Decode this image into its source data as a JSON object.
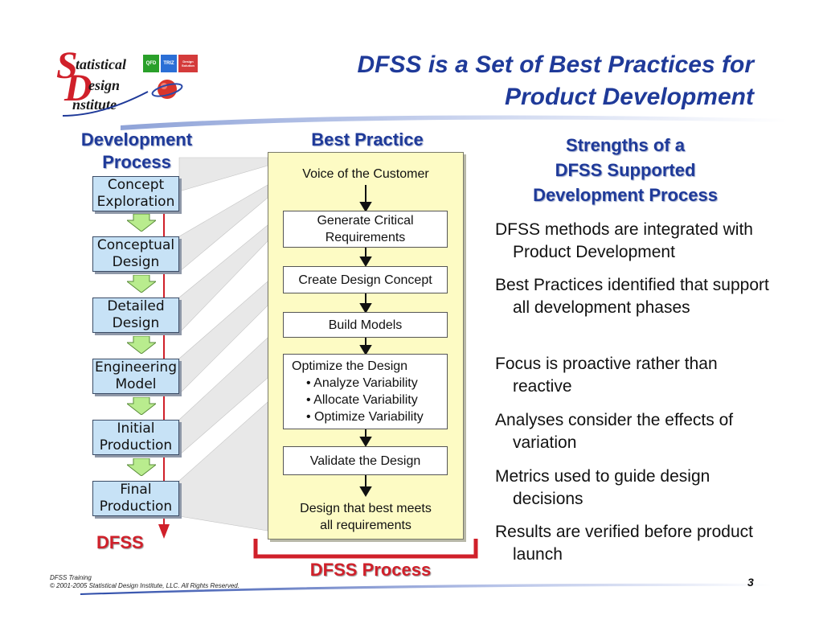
{
  "logo": {
    "line1": "tatistical",
    "line2": "esign",
    "line3": "nstitute",
    "badges": [
      {
        "label": "QFD",
        "color": "#2aa02a"
      },
      {
        "label": "TRIZ",
        "color": "#2b6fd6"
      },
      {
        "label": "Design\nSolution",
        "color": "#d43b3b"
      }
    ]
  },
  "title": {
    "line1": "DFSS is a Set of Best Practices for",
    "line2": "Product Development"
  },
  "development": {
    "heading": "Development\nProcess",
    "stages": [
      "Concept\nExploration",
      "Conceptual\nDesign",
      "Detailed\nDesign",
      "Engineering\nModel",
      "Initial\nProduction",
      "Final\nProduction"
    ],
    "dfss_label": "DFSS"
  },
  "best_practice": {
    "heading": "Best Practice",
    "voice": "Voice of the Customer",
    "steps": [
      "Generate Critical\nRequirements",
      "Create Design Concept",
      "Build Models"
    ],
    "optimize": {
      "title": "Optimize the Design",
      "items": [
        "• Analyze Variability",
        "• Allocate Variability",
        "• Optimize Variability"
      ]
    },
    "validate": "Validate the Design",
    "result": "Design that best meets\nall requirements",
    "process_label": "DFSS Process"
  },
  "strengths": {
    "heading": "Strengths of a\nDFSS Supported\nDevelopment Process",
    "items": [
      "DFSS methods are integrated with Product Development",
      "Best Practices identified that support all development phases",
      "Focus is proactive rather than reactive",
      "Analyses consider the effects of variation",
      "Metrics used to guide design decisions",
      "Results are verified before product launch"
    ]
  },
  "footer": {
    "line1": "DFSS Training",
    "line2": "© 2001-2005 Statistical Design Institute, LLC.  All Rights Reserved.",
    "page": "3"
  },
  "colors": {
    "title_blue": "#1f3a99",
    "accent_red": "#d0202a",
    "box_blue": "#c7e2f6",
    "panel_yellow": "#fdfbc4",
    "arrow_green": "#b9ec8e"
  }
}
